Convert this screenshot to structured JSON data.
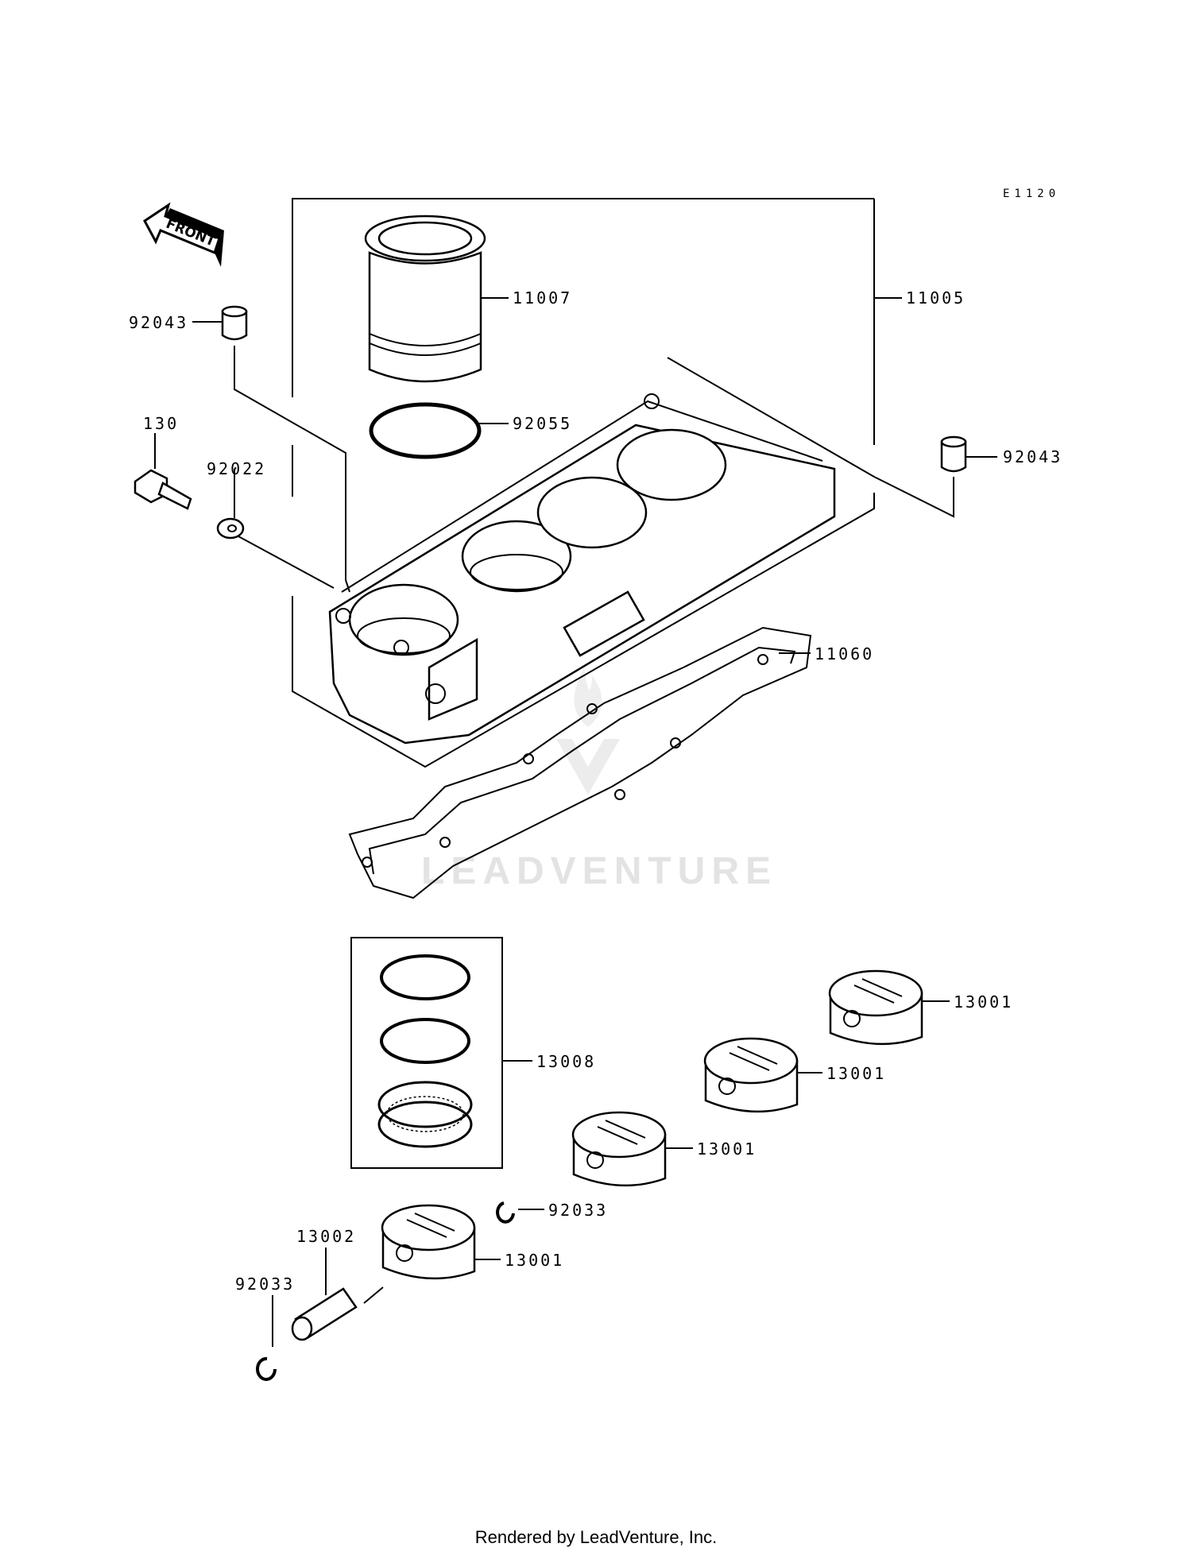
{
  "diagram": {
    "code": "E1120",
    "front_label": "FRONT",
    "watermark": "LEADVENTURE",
    "parts": {
      "p11007": "11007",
      "p11005": "11005",
      "p92043_left": "92043",
      "p92043_right": "92043",
      "p92055": "92055",
      "p130": "130",
      "p92022": "92022",
      "p11060": "11060",
      "p13008": "13008",
      "p13001_a": "13001",
      "p13001_b": "13001",
      "p13001_c": "13001",
      "p13001_d": "13001",
      "p92033_right": "92033",
      "p13002": "13002",
      "p92033_left": "92033"
    }
  },
  "footer": {
    "text": "Rendered by LeadVenture, Inc."
  }
}
